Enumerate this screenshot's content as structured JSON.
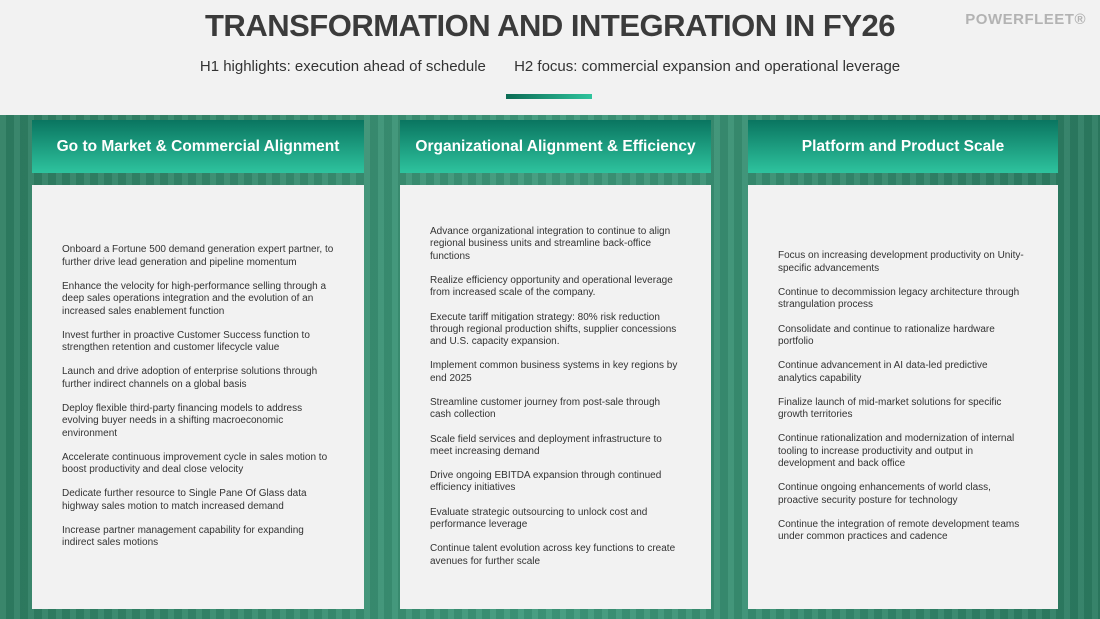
{
  "header": {
    "title": "TRANSFORMATION AND INTEGRATION IN FY26",
    "logo": "POWERFLEET®",
    "h1": "H1 highlights: execution ahead of schedule",
    "h2": "H2 focus: commercial expansion and operational leverage"
  },
  "columns": [
    {
      "title": "Go to Market & Commercial Alignment",
      "items": [
        "Onboard a Fortune 500 demand generation expert partner, to further drive lead generation and pipeline momentum",
        "Enhance the velocity for high-performance selling through a deep sales operations integration and the evolution of an increased sales enablement function",
        "Invest further in proactive Customer Success function to strengthen retention and customer lifecycle value",
        "Launch and drive adoption of enterprise solutions through further indirect channels on a global basis",
        "Deploy flexible third-party financing models to address evolving buyer needs in a shifting macroeconomic environment",
        "Accelerate continuous improvement cycle in sales motion to boost productivity and deal close velocity",
        "Dedicate further resource to Single Pane Of Glass data highway sales motion to match increased demand",
        "Increase partner management capability for expanding indirect sales motions"
      ]
    },
    {
      "title": "Organizational Alignment & Efficiency",
      "items": [
        "Advance organizational integration to continue to align regional business units and streamline back-office functions",
        "Realize efficiency opportunity and operational leverage from increased scale of the company.",
        "Execute tariff mitigation strategy: 80% risk reduction through regional production shifts, supplier concessions and U.S. capacity expansion.",
        "Implement common business systems in key regions by end 2025",
        "Streamline customer journey from post-sale through cash collection",
        "Scale field services and deployment infrastructure to meet increasing demand",
        "Drive ongoing EBITDA expansion through continued efficiency initiatives",
        "Evaluate strategic outsourcing to unlock cost and performance leverage",
        "Continue talent evolution across key functions to create avenues for further scale"
      ]
    },
    {
      "title": "Platform and Product Scale",
      "items": [
        "Focus on increasing development productivity on Unity-specific advancements",
        "Continue to decommission legacy architecture through strangulation process",
        "Consolidate and continue to rationalize hardware portfolio",
        "Continue advancement in AI data-led predictive analytics capability",
        "Finalize launch of mid-market solutions for specific growth territories",
        "Continue rationalization and modernization of internal tooling to increase productivity and output in development and back office",
        "Continue ongoing enhancements of world class, proactive security posture for technology",
        "Continue the integration of remote development teams under common practices and cadence"
      ]
    }
  ]
}
